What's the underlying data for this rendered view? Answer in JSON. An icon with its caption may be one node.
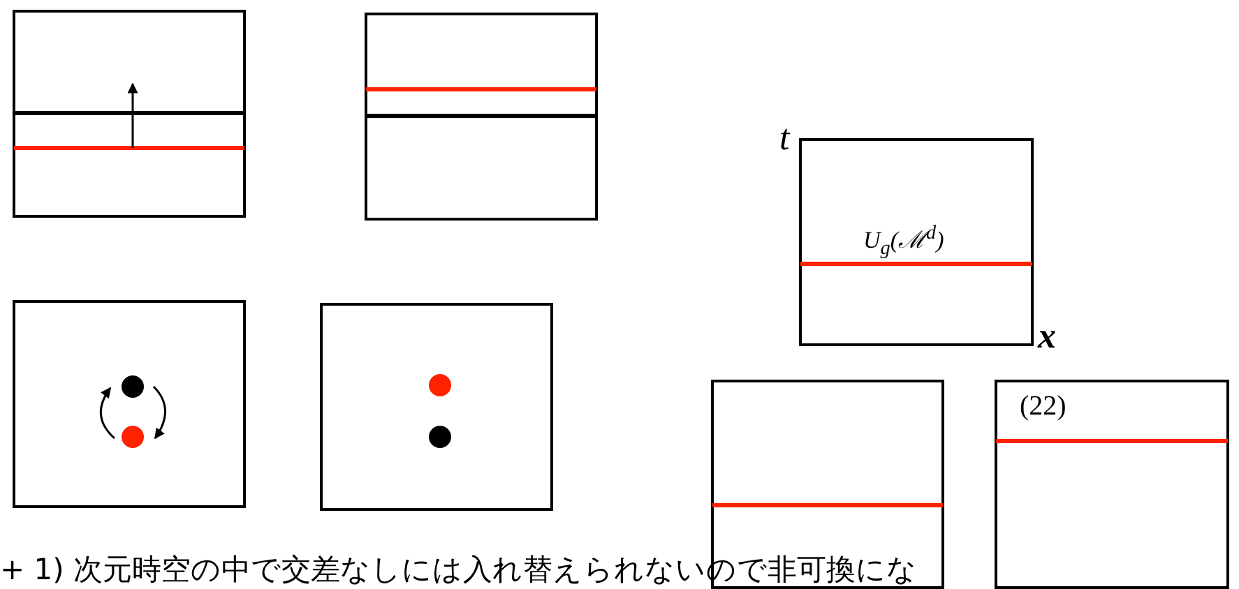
{
  "diagram": {
    "labels": [
      "t",
      "U$_{g}$(ℳ$^{d}$)",
      "x",
      "(22)",
      "+ 1) 次元時空の中で交差なしには入れ替えられないので非可換にな"
    ]
  }
}
